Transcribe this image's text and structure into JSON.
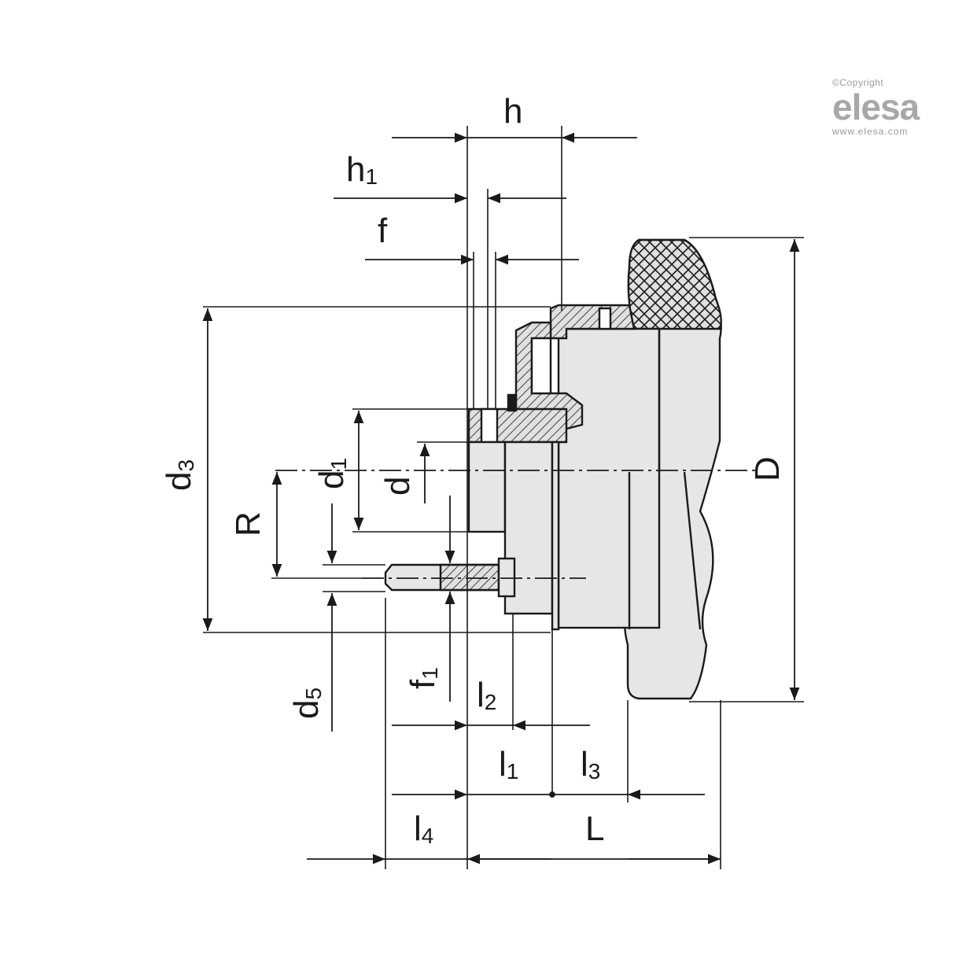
{
  "watermark": {
    "copyright": "©Copyright",
    "brand": "elesa",
    "url": "www.elesa.com"
  },
  "labels": {
    "h": {
      "main": "h",
      "sub": ""
    },
    "h1": {
      "main": "h",
      "sub": "1"
    },
    "f": {
      "main": "f",
      "sub": ""
    },
    "d3": {
      "main": "d",
      "sub": "3"
    },
    "d1": {
      "main": "d",
      "sub": "1"
    },
    "d": {
      "main": "d",
      "sub": ""
    },
    "R": {
      "main": "R",
      "sub": ""
    },
    "D": {
      "main": "D",
      "sub": ""
    },
    "d5": {
      "main": "d",
      "sub": "5"
    },
    "f1": {
      "main": "f",
      "sub": "1"
    },
    "l2": {
      "main": "l",
      "sub": "2"
    },
    "l1": {
      "main": "l",
      "sub": "1"
    },
    "l3": {
      "main": "l",
      "sub": "3"
    },
    "l4": {
      "main": "l",
      "sub": "4"
    },
    "L": {
      "main": "L",
      "sub": ""
    }
  },
  "colors": {
    "line": "#1a1a1a",
    "body_fill": "#e6e6e6",
    "section_fill": "#d0d0d0",
    "watermark": "#a8a8a8"
  }
}
